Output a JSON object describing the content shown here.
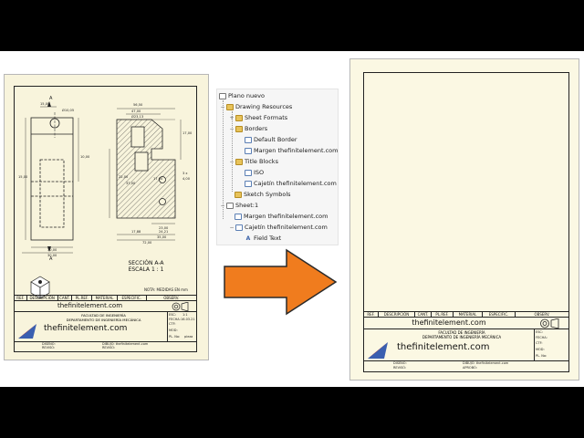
{
  "left_sheet": {
    "section_title": "SECCIÓN A-A",
    "scale": "ESCALA 1 : 1",
    "note": "NOTA: MEDIDAS EN mm",
    "section_marks": [
      "A",
      "A"
    ],
    "dimensions": [
      "15,00",
      "Ø10,05",
      "56,50",
      "47,00",
      "Ø23,13",
      "17,00",
      "22,00",
      "37,00",
      "15,00",
      "10,00",
      "17,00",
      "17,88",
      "23,00",
      "24,21",
      "35,00",
      "72,00",
      "30,00",
      "30,00",
      "4,00",
      "25,00",
      "16,35",
      "3 x",
      "22,50"
    ]
  },
  "title_block": {
    "headers": [
      "REF.",
      "DESCRIPCIÓN",
      "CANT.",
      "PL.REF.",
      "MATERIAL",
      "ESPECIFIC.",
      "OBSERV."
    ],
    "site": "thefinitelement.com",
    "faculty": "FACULTAD DE INGENIERÍA",
    "department": "DEPARTAMENTO DE INGENIERÍA MECÁNICA",
    "brand": "thefinitelement.com",
    "labels": [
      "ESC:",
      "FECHA:",
      "CTF:",
      "MOD:",
      "PL. No:"
    ],
    "label_values": [
      "1:1",
      "16.03.21",
      "",
      "",
      "pieza"
    ],
    "footer_left": [
      "DISEÑÓ:",
      "REVISÓ:"
    ],
    "footer_mid": "DIBUJÓ: thefinitelement.com",
    "footer_mid_right": "REVISÓ:",
    "right_labels": [
      "ESC:",
      "FECHA:",
      "CTF:",
      "MOD:",
      "PL. No:"
    ],
    "right_footer_left": [
      "DISEÑÓ:",
      "REVISÓ:"
    ],
    "right_footer_mid": [
      "DIBUJÓ: thefinitelement.com",
      "APROBÓ:"
    ]
  },
  "tree": {
    "root": "Plano nuevo",
    "items": [
      {
        "label": "Drawing Resources"
      },
      {
        "label": "Sheet Formats"
      },
      {
        "label": "Borders"
      },
      {
        "label": "Default Border"
      },
      {
        "label": "Margen thefinitelement.com"
      },
      {
        "label": "Title Blocks"
      },
      {
        "label": "ISO"
      },
      {
        "label": "Cajetín thefinitelement.com"
      },
      {
        "label": "Sketch Symbols"
      },
      {
        "label": "Sheet:1"
      },
      {
        "label": "Margen thefinitelement.com"
      },
      {
        "label": "Cajetín thefinitelement.com"
      },
      {
        "label": "Field Text"
      }
    ]
  },
  "colors": {
    "sheet": "#f8f4dc",
    "arrow": "#f07c1e",
    "logo_blue": "#3a5fb0",
    "logo_red": "#d9361e"
  }
}
